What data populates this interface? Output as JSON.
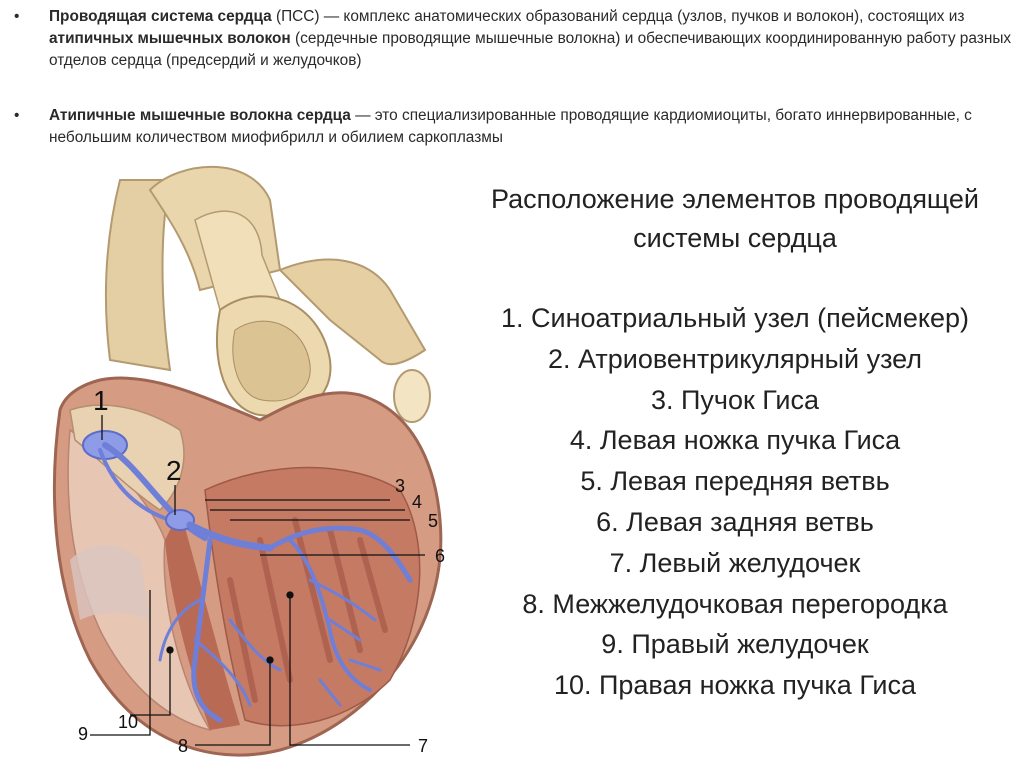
{
  "bullets": [
    {
      "marker": "•",
      "bold": "Проводящая система сердца",
      "text1": " (ПСС) — комплекс анатомических образований сердца (узлов, пучков и волокон), состоящих из ",
      "bold2": "атипичных мышечных волокон",
      "text2": " (сердечные проводящие мышечные волокна) и обеспечивающих координированную работу разных отделов сердца (предсердий и желудочков)"
    },
    {
      "marker": "•",
      "bold": "Атипичные мышечные волокна сердца",
      "text1": " — это специализированные проводящие кардиомиоциты, богато иннервированные, с небольшим количеством миофибрилл и обилием саркоплазмы"
    }
  ],
  "figure": {
    "labels": [
      "1",
      "2",
      "3",
      "4",
      "5",
      "6",
      "7",
      "8",
      "9",
      "10"
    ],
    "colors": {
      "vessel": "#e8d6ad",
      "muscle": "#c9856e",
      "muscle_dark": "#a85a48",
      "conduction": "#6f7fd8",
      "atrium_wall": "#e9cfa6"
    }
  },
  "caption": {
    "title": "Расположение элементов проводящей системы сердца",
    "items": [
      "1. Синоатриальный узел (пейсмекер)",
      "2. Атриовентрикулярный узел",
      "3. Пучок Гиса",
      "4. Левая ножка пучка Гиса",
      "5. Левая передняя ветвь",
      "6. Левая задняя ветвь",
      "7. Левый желудочек",
      "8. Межжелудочковая перегородка",
      "9. Правый желудочек",
      "10. Правая ножка пучка Гиса"
    ]
  }
}
